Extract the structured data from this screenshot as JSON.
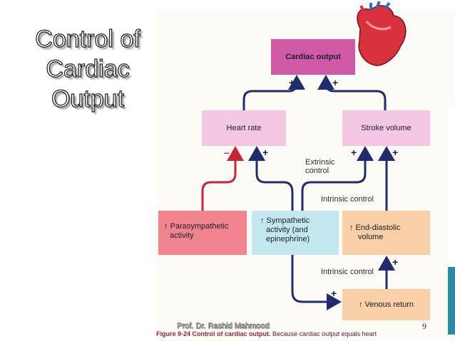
{
  "slide": {
    "title_lines": [
      "Control of",
      "Cardiac",
      "Output"
    ],
    "author": "Prof. Dr. Rashid Mahmood",
    "slide_number": "9"
  },
  "diagram": {
    "cardiac_output": "Cardiac output",
    "heart_rate": "Heart rate",
    "stroke_volume": "Stroke volume",
    "parasympathetic": [
      "↑ Parasympathetic",
      "activity"
    ],
    "sympathetic": [
      "↑ Sympathetic",
      "activity (and",
      "epinephrine)"
    ],
    "end_diastolic": [
      "↑ End-diastolic",
      "volume"
    ],
    "venous_return": "↑ Venous return",
    "extrinsic_control": [
      "Extrinsic",
      "control"
    ],
    "intrinsic_control_1": "Intrinsic control",
    "intrinsic_control_2": "Intrinsic control",
    "signs": {
      "co_left": "+",
      "co_right": "+",
      "hr_minus": "–",
      "hr_plus": "+",
      "sv_left": "+",
      "sv_right": "+",
      "edv_plus": "+",
      "vr_plus": "+"
    },
    "caption_label": "Figure 9-24",
    "caption_title": "Control of cardiac output.",
    "caption_text": "Because cardiac output equals heart"
  },
  "colors": {
    "arrow_blue": "#1f2c6e",
    "arrow_red": "#c8243c",
    "cardiac_box": "#d05aa6",
    "rate_box": "#f3c6e2"
  }
}
